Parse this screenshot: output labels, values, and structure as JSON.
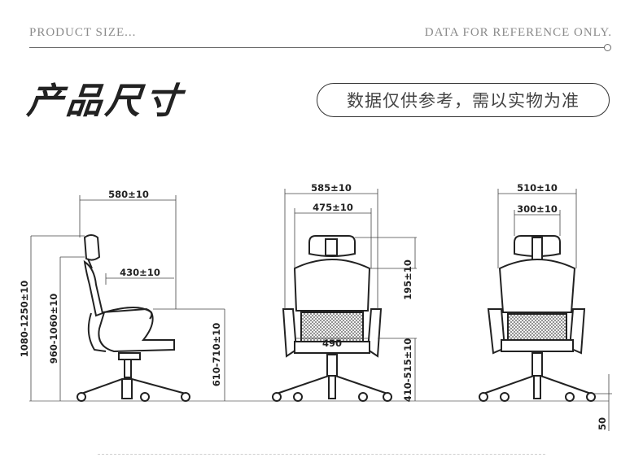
{
  "header": {
    "left": "PRODUCT SIZE...",
    "right": "DATA FOR REFERENCE ONLY."
  },
  "title": "产品尺寸",
  "note": "数据仅供参考，需以实物为准",
  "dimensions": {
    "side_depth": "580±10",
    "side_seat_depth": "430±10",
    "side_total_height": "1080-1250±10",
    "side_back_height": "960-1060±10",
    "side_seat_height": "610-710±10",
    "front_width": "585±10",
    "front_back_width": "475±10",
    "front_seat_width": "490",
    "front_headrest_height": "195±10",
    "front_seat_floor": "410-515±10",
    "rear_width": "510±10",
    "rear_headrest_width": "300±10",
    "caster": "50"
  },
  "colors": {
    "line": "#222222",
    "header_text": "#8a8a8a"
  }
}
